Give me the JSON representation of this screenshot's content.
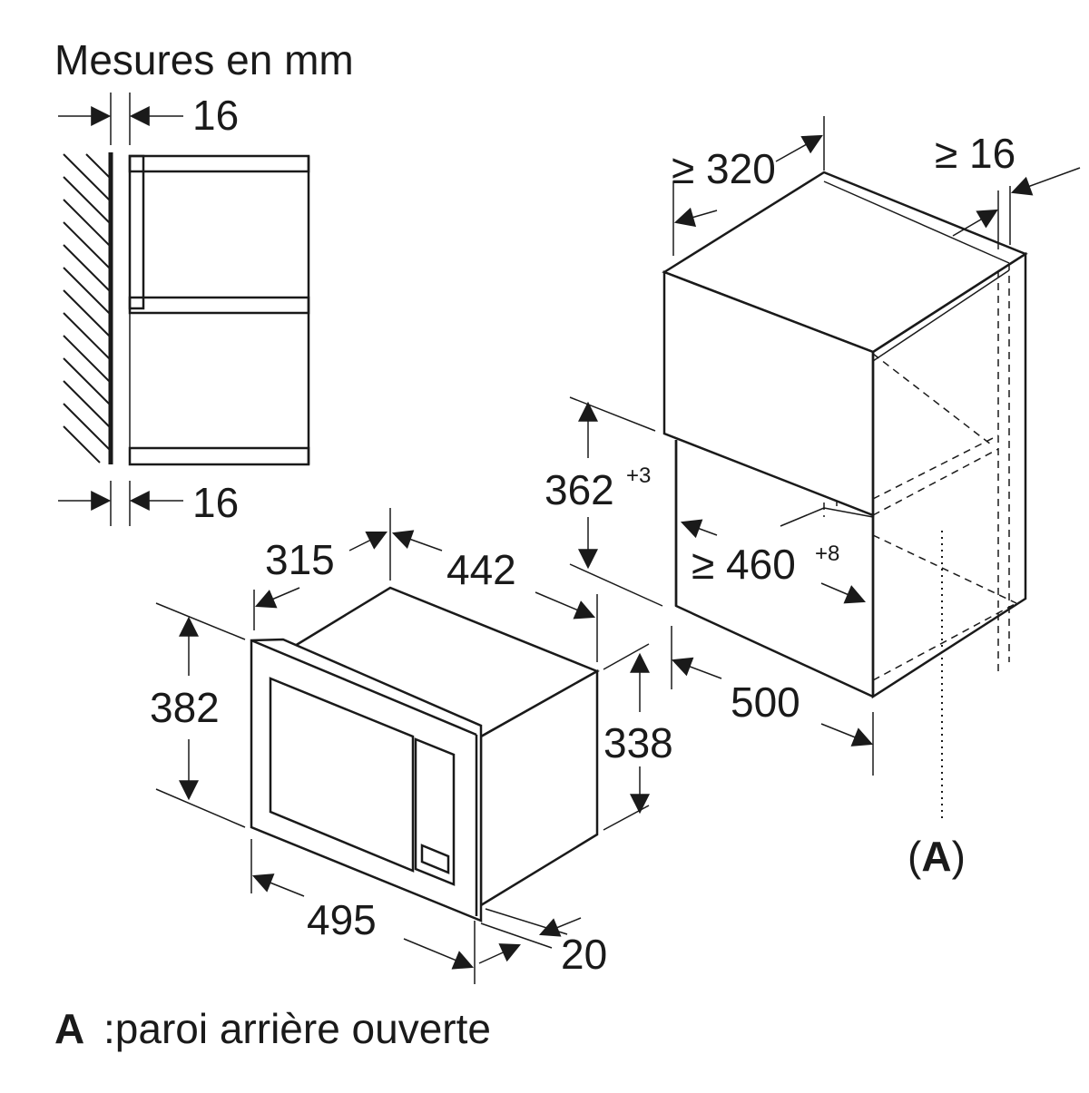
{
  "title": "Mesures en mm",
  "legend": {
    "letter": "A",
    "text": ":paroi arrière ouverte"
  },
  "side_view": {
    "top_gap": "16",
    "bottom_gap": "16"
  },
  "cabinet": {
    "depth_min": "≥ 320",
    "side_gap_min": "≥ 16",
    "niche_height": "362",
    "niche_height_tol": "+3",
    "niche_depth_min": "≥ 460",
    "niche_depth_tol": "+8",
    "width": "500",
    "marker": "(A)",
    "marker_letter": "A"
  },
  "appliance": {
    "depth": "315",
    "body_width": "442",
    "front_height": "382",
    "body_height": "338",
    "front_width": "495",
    "front_thickness": "20"
  }
}
